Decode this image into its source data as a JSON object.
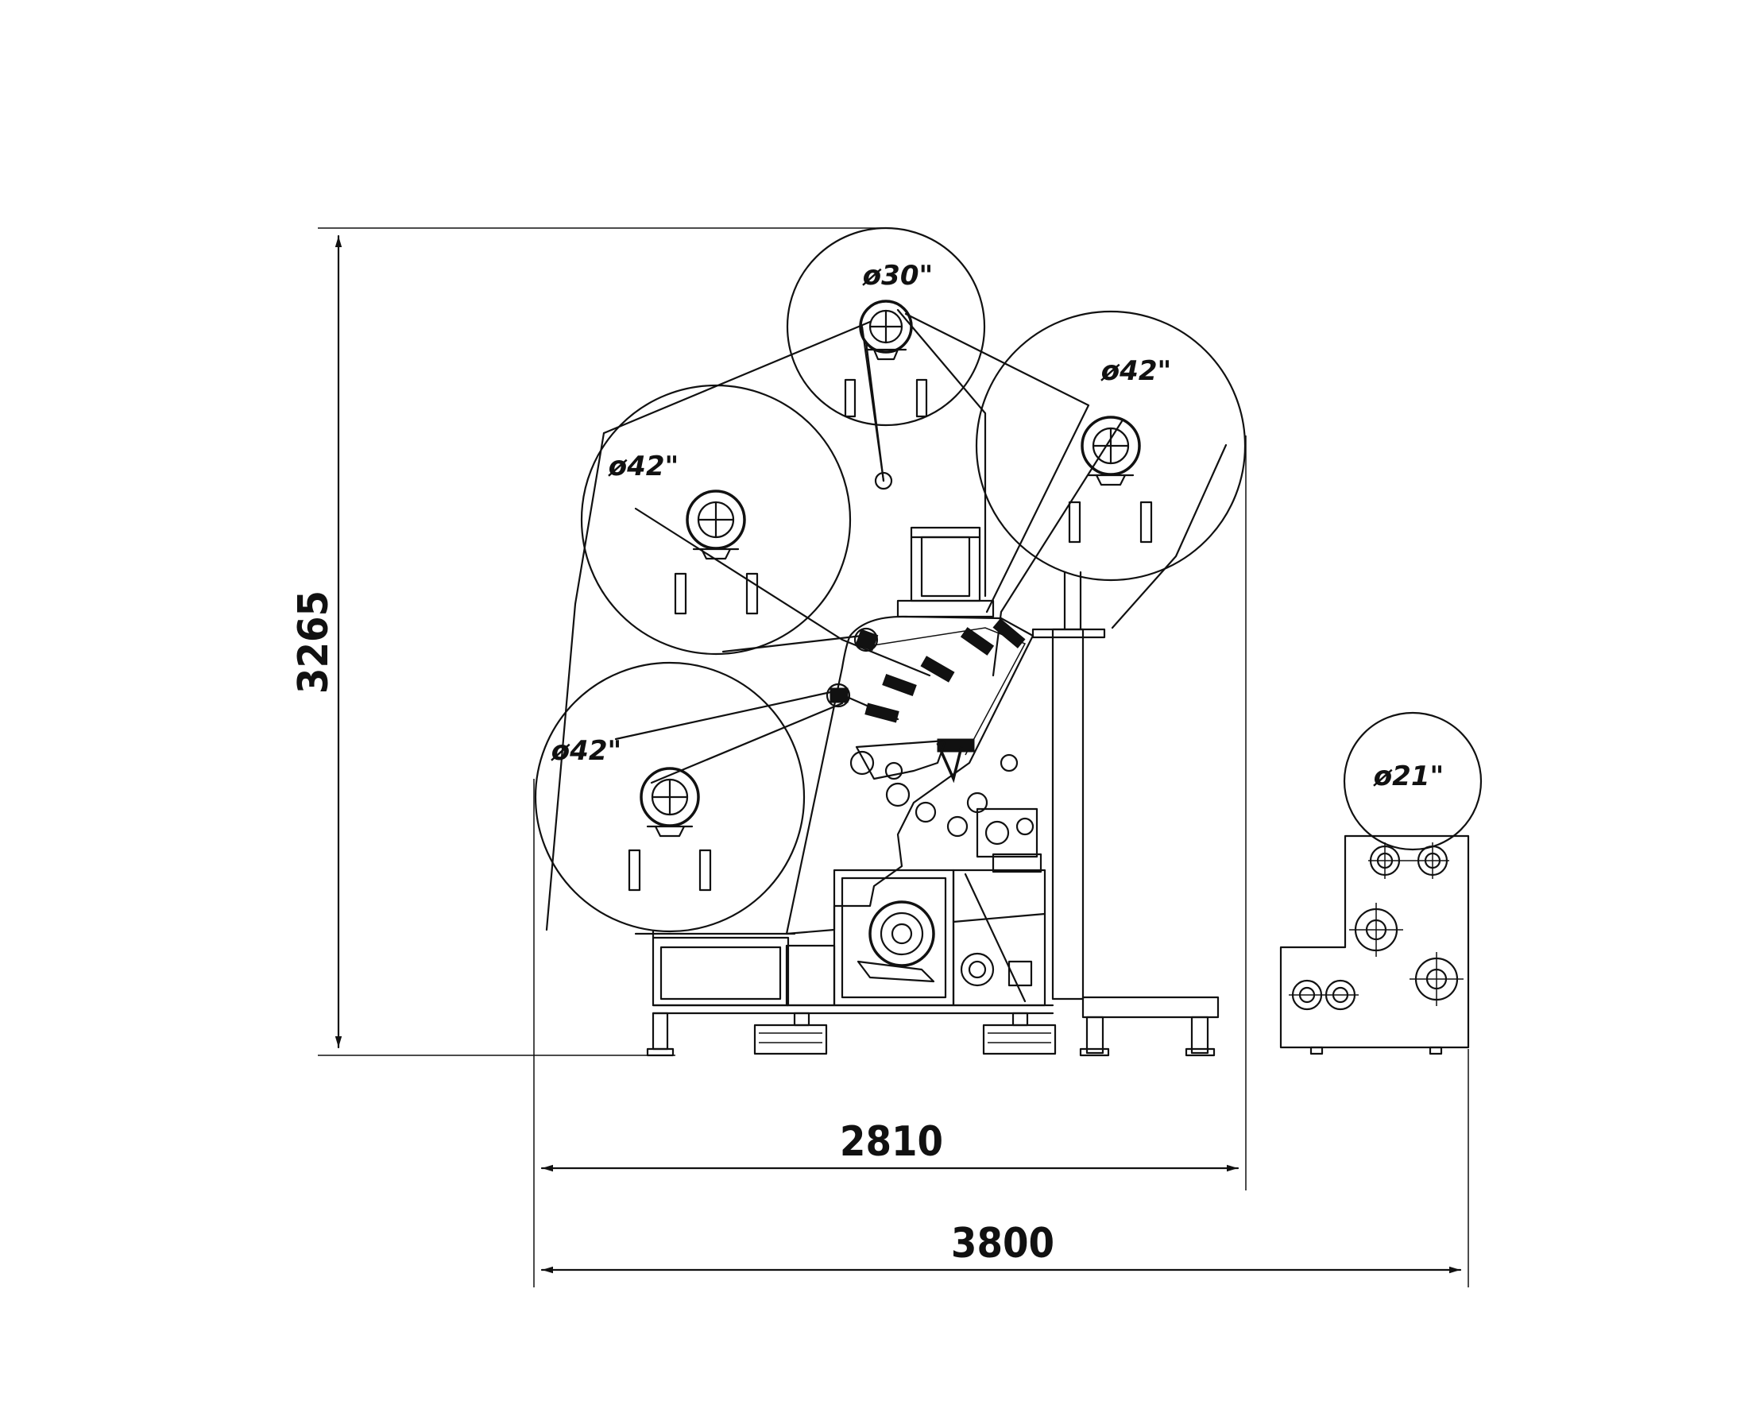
{
  "dimensions": {
    "height": "3265",
    "width_main": "2810",
    "width_total": "3800"
  },
  "rolls": {
    "top": "ø30\"",
    "upper_left": "ø42\"",
    "upper_right": "ø42\"",
    "lower_left": "ø42\"",
    "side_unit": "ø21\""
  },
  "colors": {
    "line": "#111111",
    "background": "#ffffff"
  }
}
